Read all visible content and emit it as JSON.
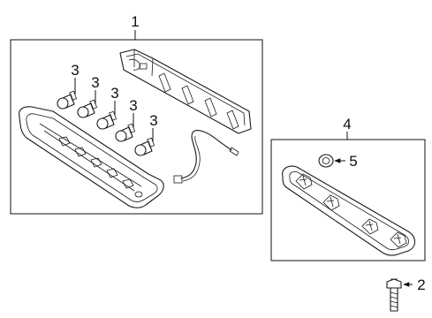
{
  "callouts": {
    "assembly": "1",
    "screw": "2",
    "bulb": "3",
    "bracket": "4",
    "grommet": "5"
  }
}
